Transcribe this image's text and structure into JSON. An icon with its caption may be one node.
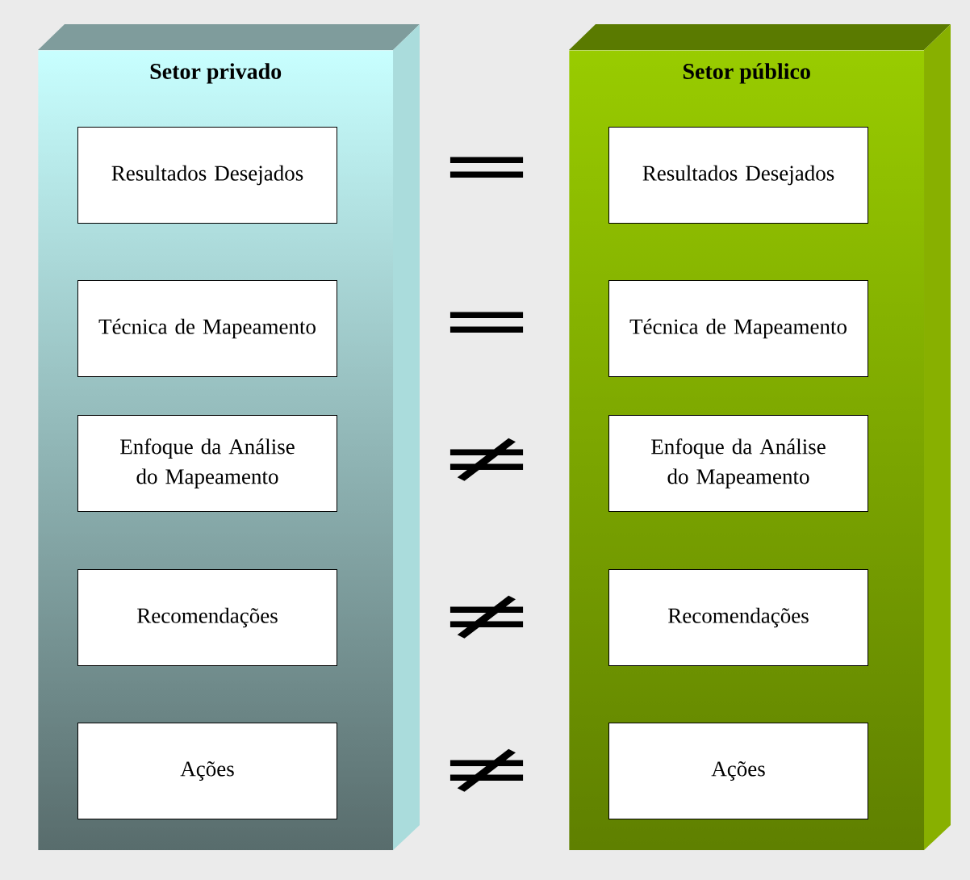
{
  "diagram": {
    "nodes": [
      {
        "text": [
          "Setor privado"
        ]
      },
      {
        "text": [
          "Resultados Desejados"
        ],
        "in": 0
      },
      {
        "text": [
          "Técnica de Mapeamento"
        ],
        "in": 0
      },
      {
        "text": [
          "Enfoque da Análise do Mapeamento"
        ],
        "in": 0
      },
      {
        "text": [
          "Recomendações"
        ],
        "in": 0
      },
      {
        "text": [
          "Ações"
        ],
        "in": 0
      },
      {
        "text": [
          "Setor público"
        ]
      },
      {
        "text": [
          "Resultados Desejados"
        ],
        "in": 6
      },
      {
        "text": [
          "Técnica de Mapeamento"
        ],
        "in": 6
      },
      {
        "text": [
          "Enfoque da Análise do Mapeamento"
        ],
        "in": 6
      },
      {
        "text": [
          "Recomendações"
        ],
        "in": 6
      },
      {
        "text": [
          "Ações"
        ],
        "in": 6
      }
    ],
    "labels": [
      "=",
      "=",
      "≠",
      "≠",
      "≠"
    ]
  }
}
